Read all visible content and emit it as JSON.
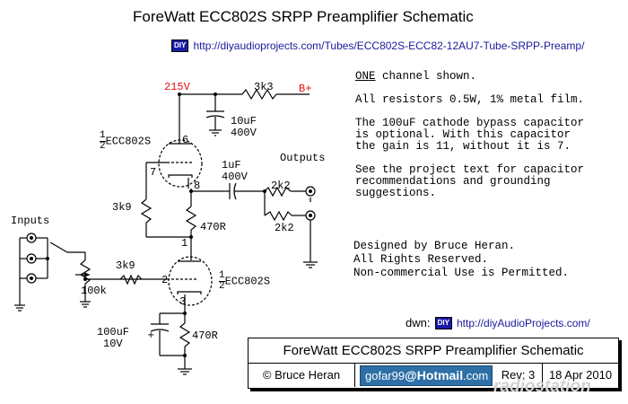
{
  "title": "ForeWatt ECC802S SRPP Preamplifier Schematic",
  "header_link": {
    "badge": "DIY",
    "url": "http://diyaudioprojects.com/Tubes/ECC802S-ECC82-12AU7-Tube-SRPP-Preamp/"
  },
  "notes": {
    "line1_underlined": "ONE",
    "line1_rest": " channel shown.",
    "line2": "All resistors 0.5W, 1% metal film.",
    "line3": [
      "The 100uF cathode bypass capacitor",
      "is optional.  With this capacitor",
      "the gain is 11, without it is 7."
    ],
    "line4": [
      "See the project text for capacitor",
      "recommendations and grounding",
      "suggestions."
    ]
  },
  "credits": [
    "Designed by Bruce Heran.",
    "All Rights Reserved.",
    "Non-commercial Use is Permitted."
  ],
  "dwn": {
    "label": "dwn:",
    "badge": "DIY",
    "url": "http://diyAudioProjects.com/"
  },
  "title_block": {
    "title": "ForeWatt ECC802S SRPP Preamplifier Schematic",
    "author": "© Bruce Heran",
    "email_prefix": "gofar99",
    "email_at": "@",
    "email_brand": "Hotmail",
    "email_suffix": ".com",
    "rev": "Rev: 3",
    "date": "18 Apr 2010"
  },
  "components": {
    "supply_voltage": "215V",
    "b_plus": "B+",
    "r_supply": "3k3",
    "c_supply": [
      "10uF",
      "400V"
    ],
    "tube_top": {
      "half": "1",
      "over": "2",
      "name": "ECC802S"
    },
    "tube_bottom": {
      "half": "1",
      "over": "2",
      "name": "ECC802S"
    },
    "pin6": "6",
    "pin7": "7",
    "pin8": "8",
    "pin1": "1",
    "pin2": "2",
    "pin3": "3",
    "r_grid_top": "3k9",
    "r_mid": "470R",
    "c_out": [
      "1uF",
      "400V"
    ],
    "r_out_a": "2k2",
    "r_out_b": "2k2",
    "outputs": "Outputs",
    "inputs": "Inputs",
    "pot": "100k",
    "r_grid_bottom": "3k9",
    "c_cathode": [
      "100uF",
      "10V"
    ],
    "r_cathode": "470R"
  },
  "watermark": "radiostation"
}
